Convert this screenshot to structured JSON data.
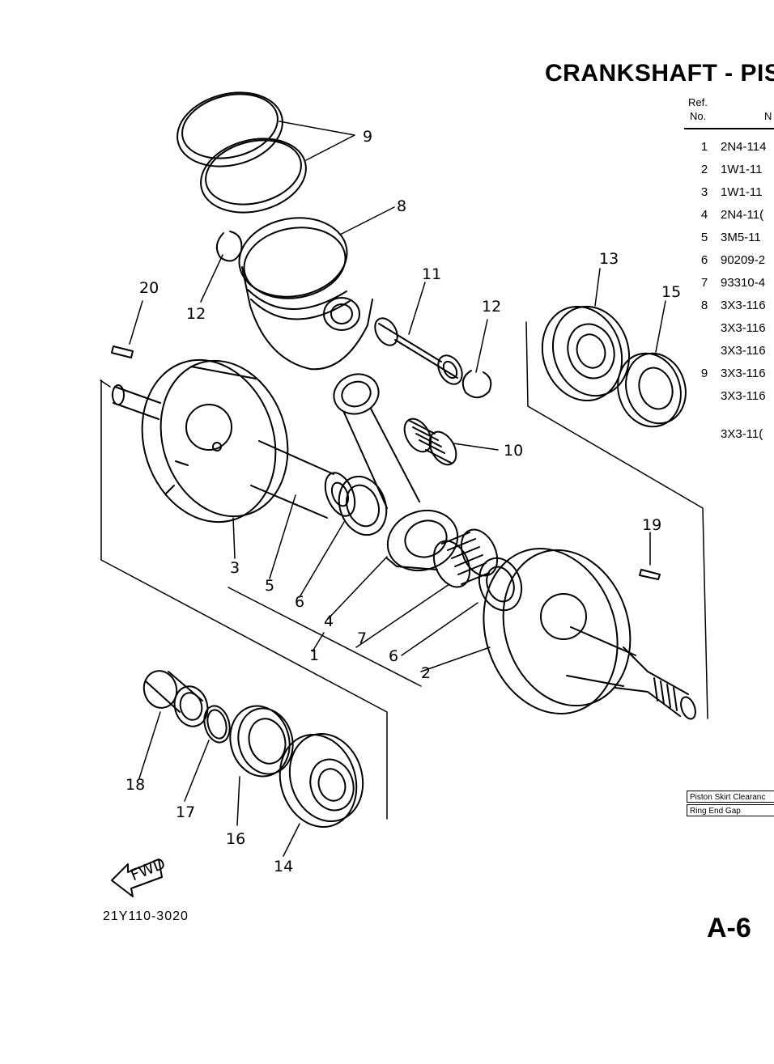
{
  "page": {
    "title": "CRANKSHAFT - PIS",
    "diagram_code": "21Y110-3020",
    "page_number": "A-6"
  },
  "table": {
    "header_ref": "Ref.",
    "header_no": "No.",
    "header_part": "N",
    "rows": [
      {
        "ref": "1",
        "part": "2N4-114"
      },
      {
        "ref": "2",
        "part": "1W1-11"
      },
      {
        "ref": "3",
        "part": "1W1-11"
      },
      {
        "ref": "4",
        "part": "2N4-11("
      },
      {
        "ref": "5",
        "part": "3M5-11"
      },
      {
        "ref": "6",
        "part": "90209-2"
      },
      {
        "ref": "7",
        "part": "93310-4"
      },
      {
        "ref": "8",
        "part": "3X3-116"
      },
      {
        "ref": "",
        "part": "3X3-116"
      },
      {
        "ref": "",
        "part": "3X3-116"
      },
      {
        "ref": "9",
        "part": "3X3-116"
      },
      {
        "ref": "",
        "part": "3X3-116"
      },
      {
        "ref": "",
        "part": "3X3-11("
      }
    ]
  },
  "specs": [
    "Piston Skirt Clearanc",
    "Ring End Gap"
  ],
  "callouts": [
    "1",
    "2",
    "3",
    "4",
    "5",
    "6",
    "6",
    "7",
    "8",
    "9",
    "10",
    "11",
    "12",
    "12",
    "13",
    "14",
    "15",
    "16",
    "17",
    "18",
    "19",
    "20"
  ],
  "fwd_label": "FWD"
}
